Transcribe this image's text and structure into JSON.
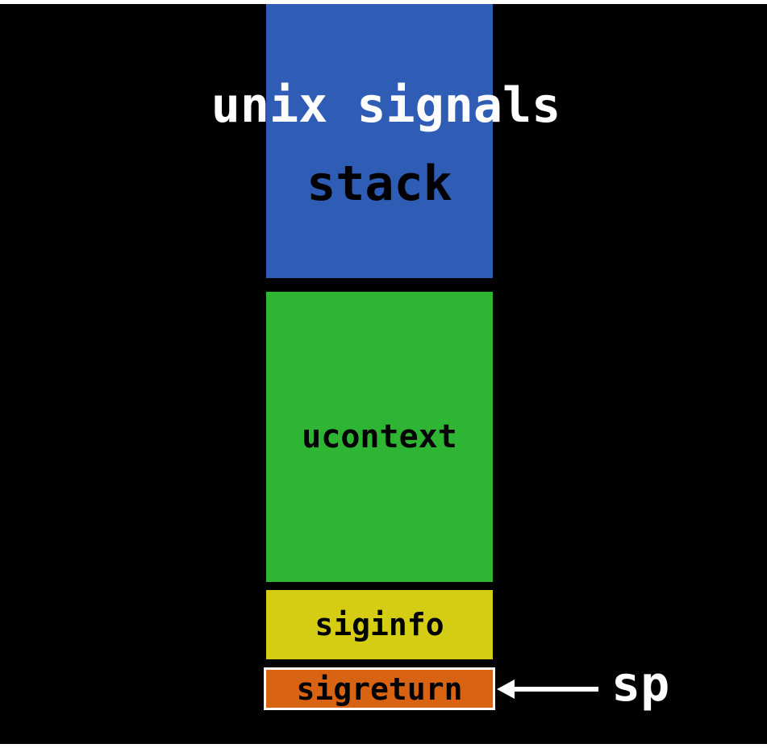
{
  "title": "unix signals",
  "pointer_label": "sp",
  "blocks": [
    {
      "label": "stack",
      "color": "#2f5db5"
    },
    {
      "label": "ucontext",
      "color": "#2eb534"
    },
    {
      "label": "siginfo",
      "color": "#d4cd14"
    },
    {
      "label": "sigreturn",
      "color": "#d86312"
    }
  ],
  "colors": {
    "background": "#000000",
    "text_light": "#ffffff",
    "text_dark": "#000000",
    "arrow": "#ffffff"
  }
}
